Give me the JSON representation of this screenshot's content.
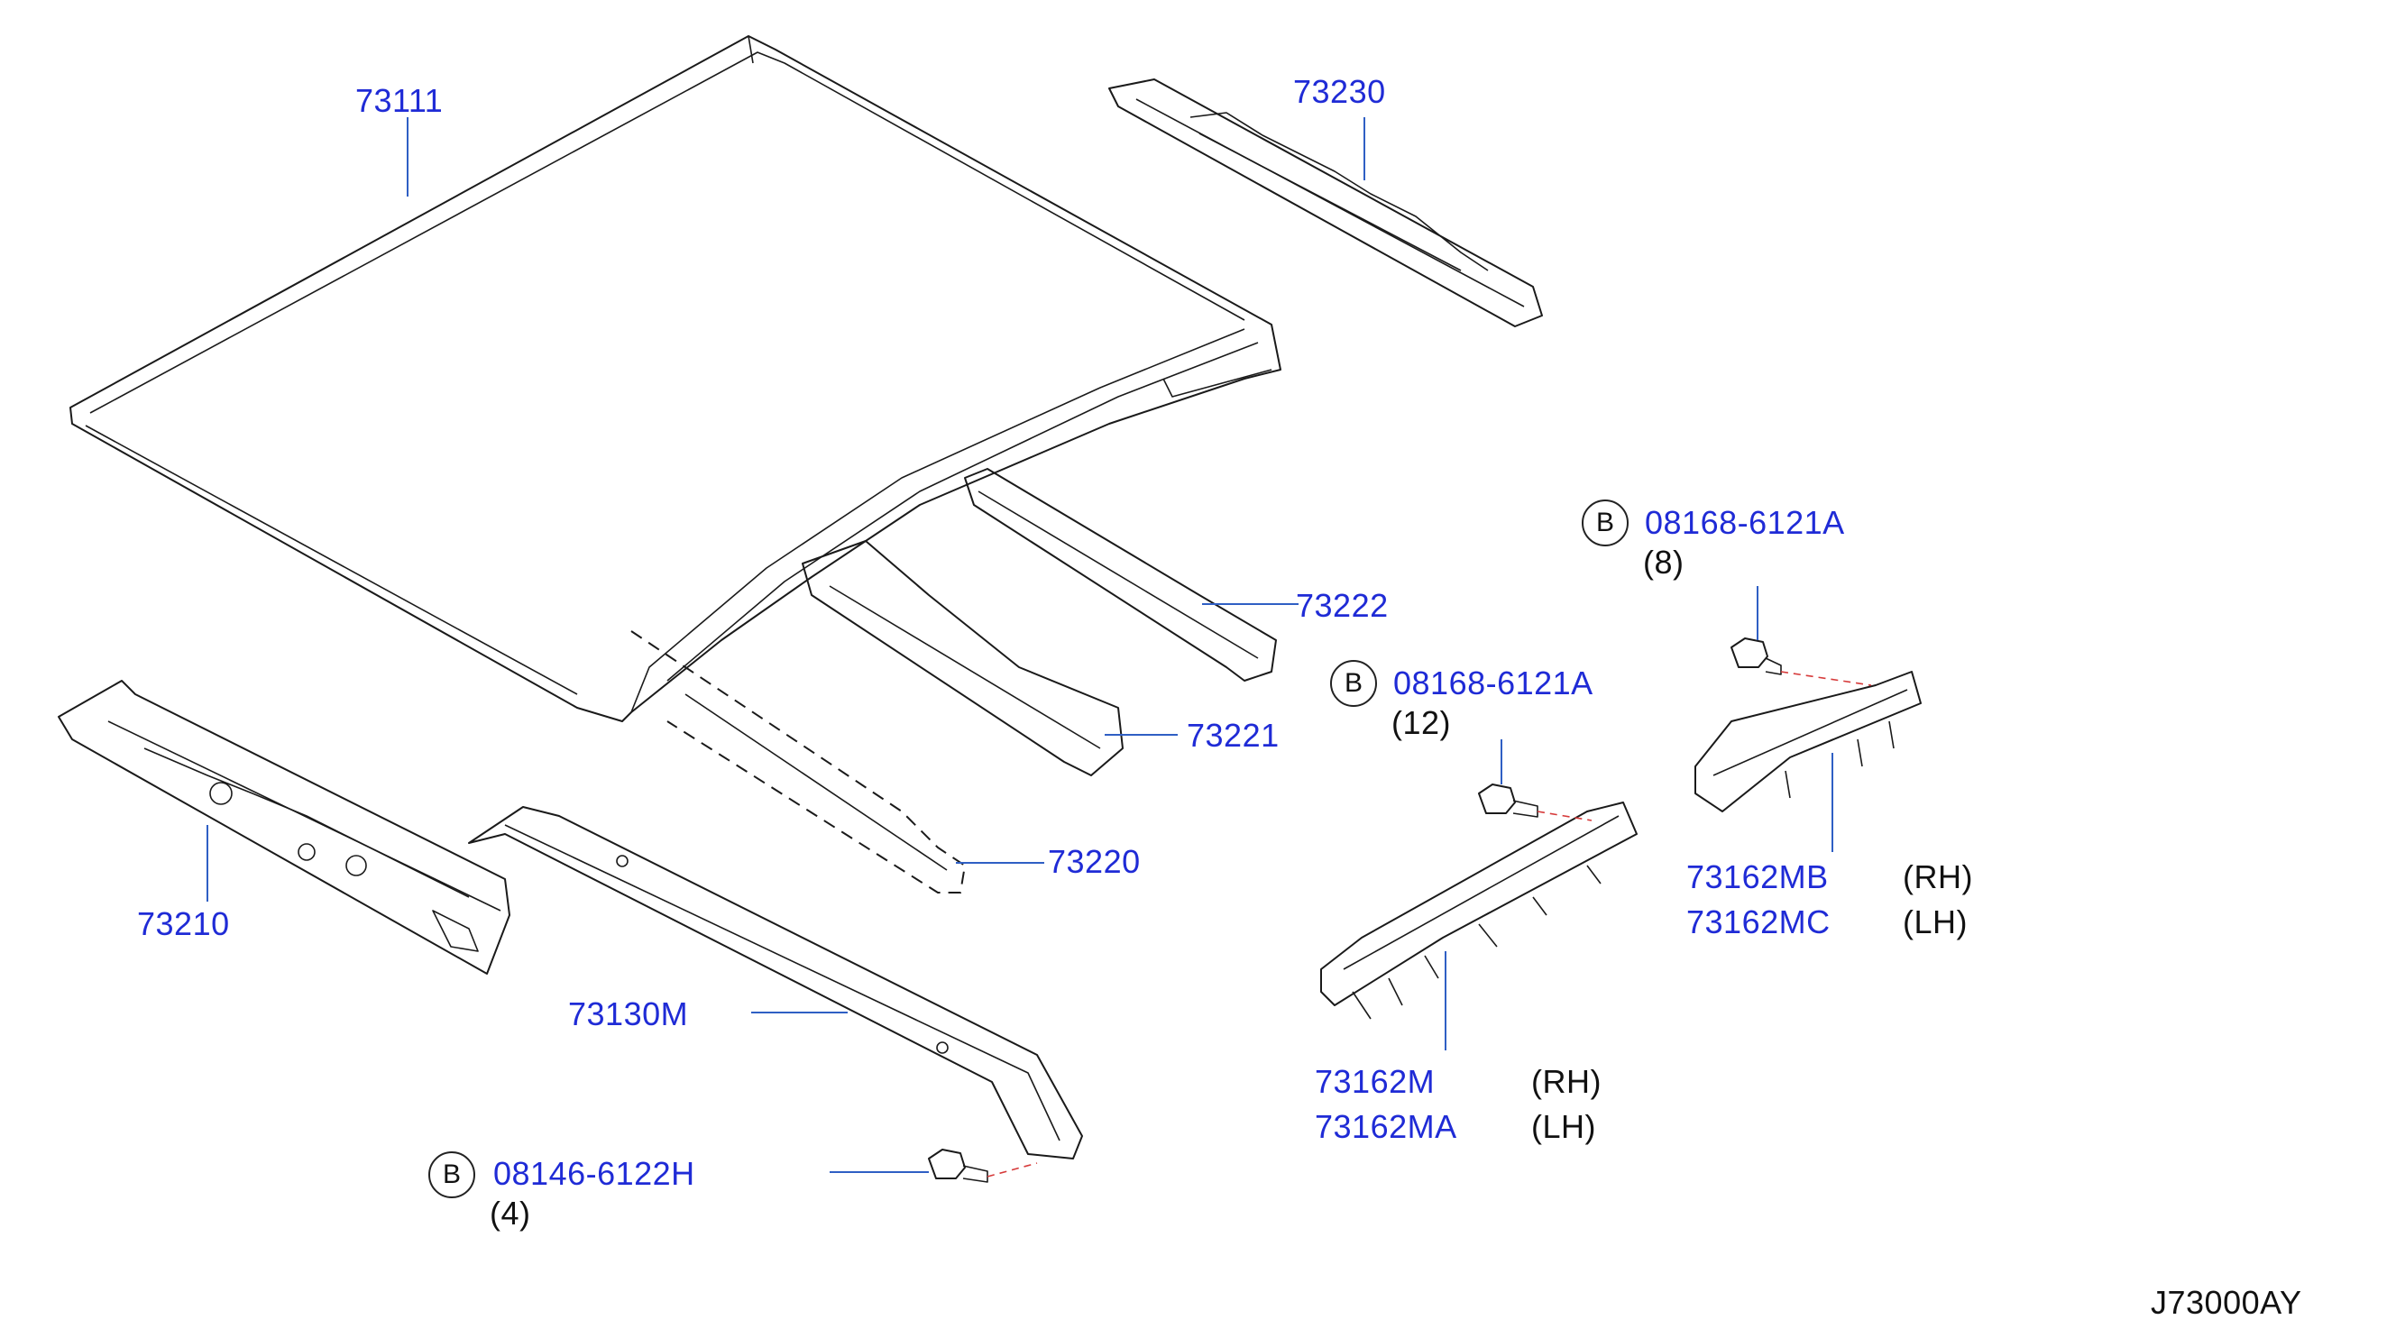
{
  "labels": {
    "roof_panel": "73111",
    "rear_header": "73230",
    "bow_a": "73222",
    "bow_b": "73221",
    "bow_c": "73220",
    "front_header": "73210",
    "rail": "73130M",
    "rail_rh_part": "73162M",
    "rail_rh_side": "(RH)",
    "rail_lh_part": "73162MA",
    "rail_lh_side": "(LH)",
    "rail2_rh_part": "73162MB",
    "rail2_rh_side": "(RH)",
    "rail2_lh_part": "73162MC",
    "rail2_lh_side": "(LH)",
    "bolt_top_part": "08168-6121A",
    "bolt_top_qty": "(8)",
    "bolt_mid_part": "08168-6121A",
    "bolt_mid_qty": "(12)",
    "bolt_bottom_part": "08146-6122H",
    "bolt_bottom_qty": "(4)",
    "bolt_marker": "B",
    "diagram_id": "J73000AY"
  },
  "colors": {
    "callout": "#1f2bd6",
    "leader": "#2f5fc4",
    "fastener_dash": "#d63a3a",
    "ink": "#1a1a1a"
  }
}
